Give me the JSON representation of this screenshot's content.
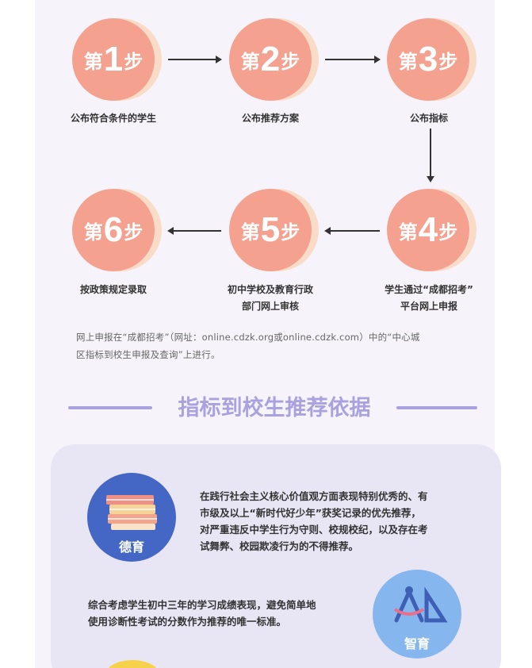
{
  "steps": [
    {
      "prefix": "第",
      "num": "1",
      "suffix": "步",
      "label_lines": [
        "公布符合条件的学生"
      ]
    },
    {
      "prefix": "第",
      "num": "2",
      "suffix": "步",
      "label_lines": [
        "公布推荐方案"
      ]
    },
    {
      "prefix": "第",
      "num": "3",
      "suffix": "步",
      "label_lines": [
        "公布指标"
      ]
    },
    {
      "prefix": "第",
      "num": "4",
      "suffix": "步",
      "label_lines": [
        "学生通过“成都招考”",
        "平台网上申报"
      ]
    },
    {
      "prefix": "第",
      "num": "5",
      "suffix": "步",
      "label_lines": [
        "初中学校及教育行政",
        "部门网上审核"
      ]
    },
    {
      "prefix": "第",
      "num": "6",
      "suffix": "步",
      "label_lines": [
        "按政策规定录取"
      ]
    }
  ],
  "note": {
    "line1": "网上申报在“成都招考”（网址：online.cdzk.org或online.cdzk.com）中的“中心城",
    "line2": "区指标到校生申报及查询”上进行。"
  },
  "section": {
    "title": "指标到校生推荐依据"
  },
  "criteria": {
    "moral": {
      "icon": "books-icon",
      "label": "德育",
      "lines": [
        "在践行社会主义核心价值观方面表现特别优秀的、有",
        "市级及以上“新时代好少年”获奖记录的优先推荐，",
        "对严重违反中学生行为守则、校规校纪，以及存在考",
        "试舞弊、校园欺凌行为的不得推荐。"
      ]
    },
    "intellect": {
      "icon": "compass-ruler-icon",
      "label": "智育",
      "lines": [
        "综合考虑学生初中三年的学习成绩表现，避免简单地",
        "使用诊断性考试的分数作为推荐的唯一标准。"
      ]
    }
  },
  "colors": {
    "step_circle": "#f5a190",
    "step_shadow": "#f9dcc8",
    "section_accent": "#a9a2df",
    "moral_circle": "#4466c4",
    "intellect_circle": "#86b6ee"
  }
}
